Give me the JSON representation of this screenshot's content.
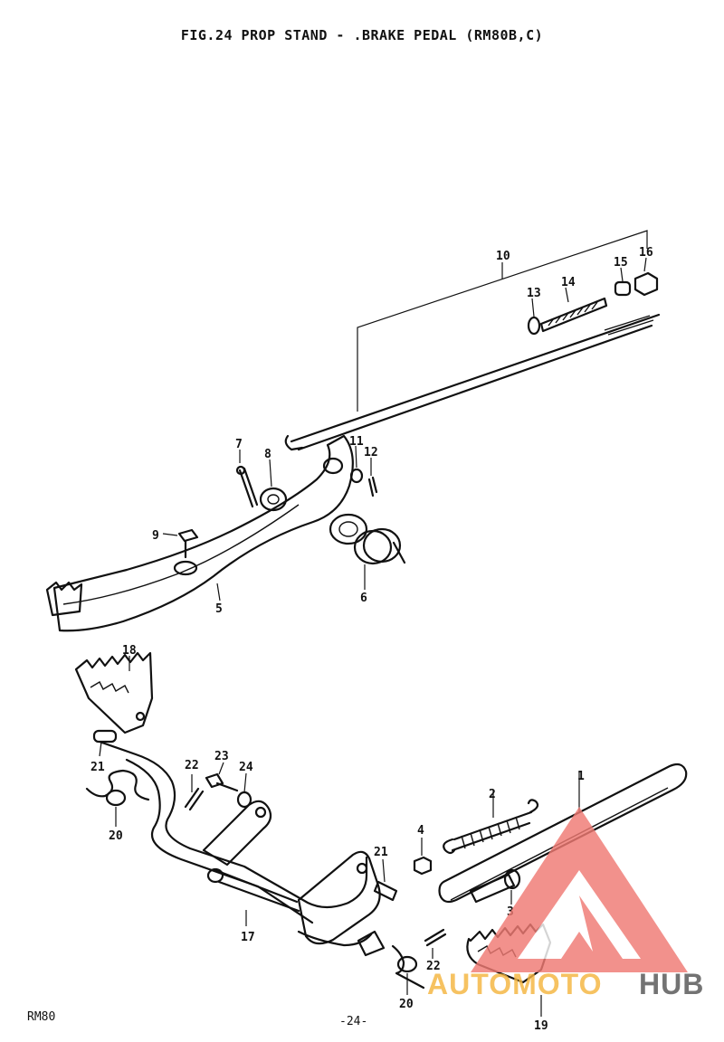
{
  "header": {
    "title": "FIG.24  PROP STAND - .BRAKE PEDAL (RM80B,C)"
  },
  "footer": {
    "model": "RM80",
    "page": "-24-"
  },
  "callouts": {
    "p1": "1",
    "p2": "2",
    "p3": "3",
    "p4": "4",
    "p5": "5",
    "p6": "6",
    "p7": "7",
    "p8": "8",
    "p9": "9",
    "p10": "10",
    "p11": "11",
    "p12": "12",
    "p13": "13",
    "p14": "14",
    "p15": "15",
    "p16": "16",
    "p17": "17",
    "p18": "18",
    "p19": "19",
    "p20a": "20",
    "p20b": "20",
    "p21a": "21",
    "p21b": "21",
    "p22a": "22",
    "p22b": "22",
    "p23": "23",
    "p24": "24"
  },
  "watermark": {
    "part1": "AUTOMOTO",
    "part2": "HUB",
    "color_primary": "#f07a73",
    "color_secondary": "#f5b53f",
    "color_dark": "#555555"
  }
}
